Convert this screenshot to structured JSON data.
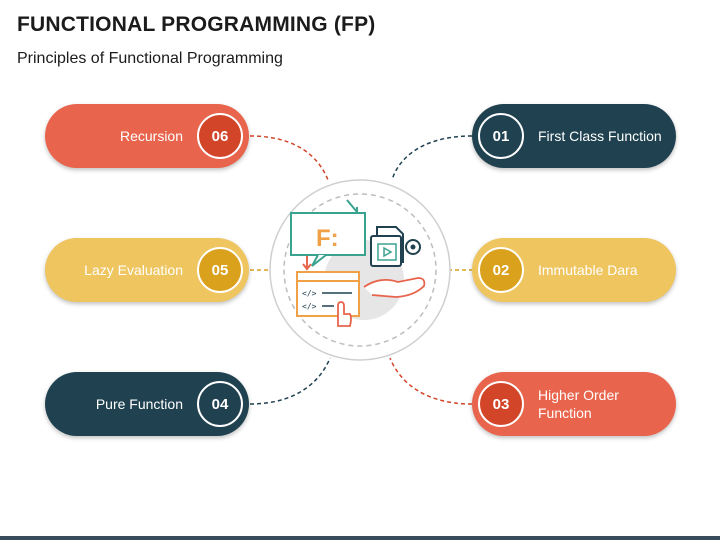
{
  "header": {
    "title": "FUNCTIONAL PROGRAMMING (FP)",
    "subtitle": "Principles of Functional Programming"
  },
  "center": {
    "icon_letter": "F:"
  },
  "items": [
    {
      "number": "06",
      "label": "Recursion"
    },
    {
      "number": "05",
      "label": "Lazy Evaluation"
    },
    {
      "number": "04",
      "label": "Pure Function"
    },
    {
      "number": "01",
      "label": "First Class Function"
    },
    {
      "number": "02",
      "label": "Immutable Dara"
    },
    {
      "number": "03",
      "label": "Higher Order Function"
    }
  ],
  "colors": {
    "orange": "#e8644c",
    "orange_badge": "#d24529",
    "navy": "#1f4150",
    "yellow": "#eec55f",
    "yellow_badge": "#d9a11c",
    "connector": "#2e3e4a"
  }
}
